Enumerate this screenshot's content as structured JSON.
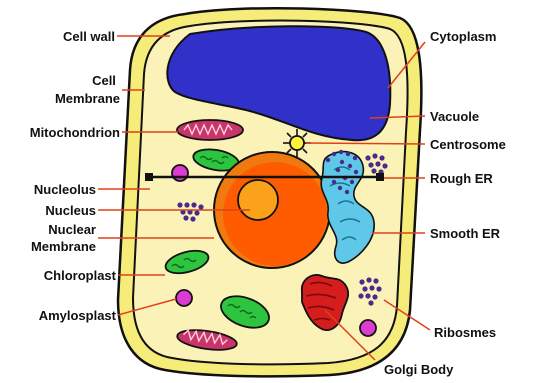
{
  "labels": {
    "cell_wall": "Cell wall",
    "cell_membrane_1": "Cell",
    "cell_membrane_2": "Membrane",
    "mitochondrion": "Mitochondrion",
    "nucleolus": "Nucleolus",
    "nucleus": "Nucleus",
    "nuclear_membrane_1": "Nuclear",
    "nuclear_membrane_2": "Membrane",
    "chloroplast": "Chloroplast",
    "amylosplast": "Amylosplast",
    "cytoplasm": "Cytoplasm",
    "vacuole": "Vacuole",
    "centrosome": "Centrosome",
    "rough_er": "Rough ER",
    "smooth_er": "Smooth ER",
    "ribosmes": "Ribosmes",
    "golgi_body": "Golgi Body"
  },
  "colors": {
    "leader_line": "#e0401a",
    "cell_wall": "#f6ec7a",
    "cytoplasm": "#fbf2b8",
    "outline": "#111111",
    "vacuole": "#3130c8",
    "nucleus_membrane": "#f07a10",
    "nucleus": "#ff5b00",
    "nucleolus": "#f9a21a",
    "chloroplast": "#2fc43f",
    "mitochondrion": "#c8356a",
    "amyloplast": "#dd3ad1",
    "ribosome": "#4a2a8c",
    "er": "#5fc8e8",
    "golgi": "#d61d1d",
    "centrosome": "#fff23a"
  }
}
